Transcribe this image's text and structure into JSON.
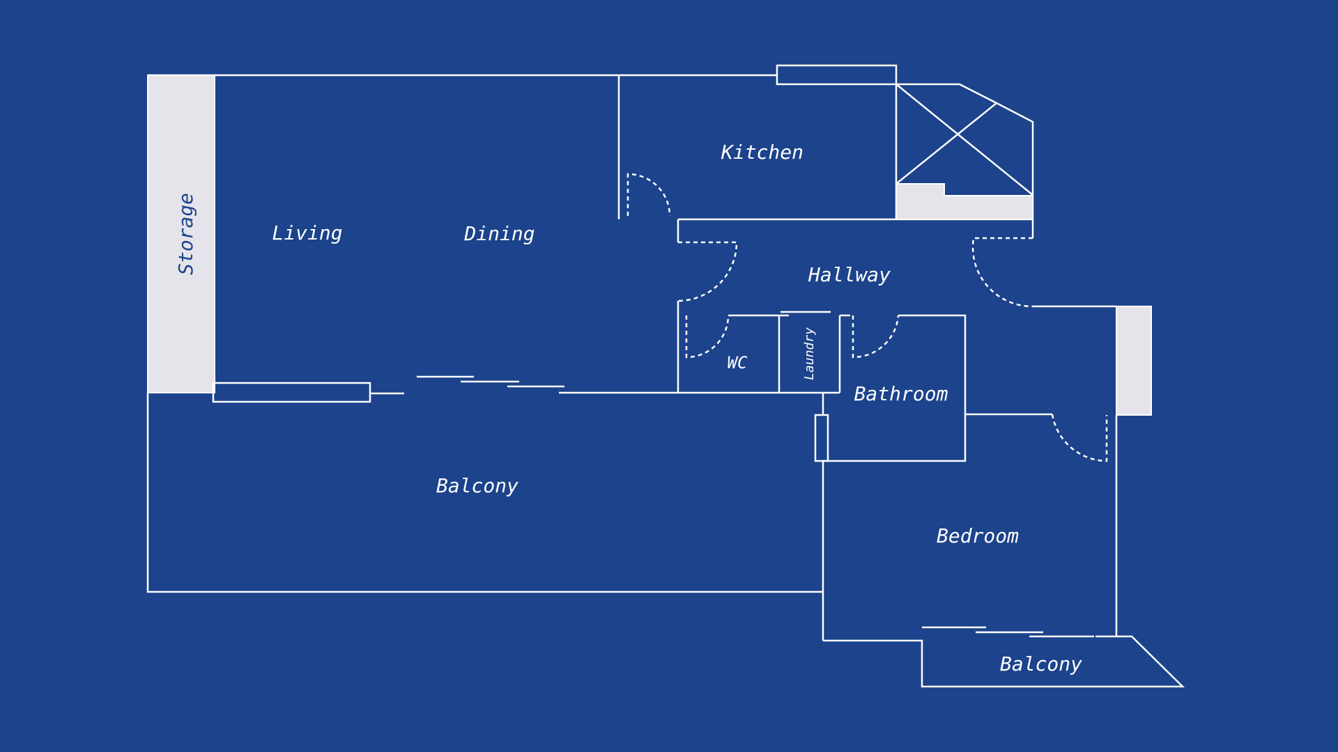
{
  "plan": {
    "background": "#1c438b",
    "line_color": "#ffffff",
    "fill_color": "#e4e4ea",
    "rooms": {
      "storage": "Storage",
      "living": "Living",
      "dining": "Dining",
      "kitchen": "Kitchen",
      "hallway": "Hallway",
      "wc": "WC",
      "laundry": "Laundry",
      "bathroom": "Bathroom",
      "balcony_main": "Balcony",
      "bedroom": "Bedroom",
      "balcony_bedroom": "Balcony"
    }
  }
}
